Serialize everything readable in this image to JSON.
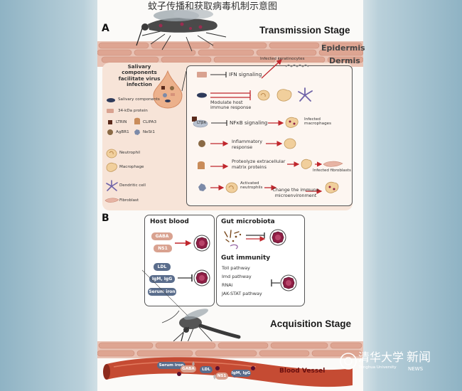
{
  "title": "蚊子传播和获取病毒机制示意图",
  "panel_a": {
    "letter": "A",
    "stage": "Transmission Stage",
    "epidermis": "Epidermis",
    "dermis": "Dermis",
    "salivary_note": "Salivary components facilitate virus infection",
    "infected_keratinocytes": "Infected keratinocytes",
    "legend": {
      "salivary": "Salivary components",
      "kda": "34-kDa protein",
      "ltrin": "LTRIN",
      "clipa3": "CLIPA3",
      "agbr1": "AgBR1",
      "nest1": "NeSt1",
      "neutrophil": "Neutrophil",
      "macrophage": "Macrophage",
      "dendritic": "Dendritic cell",
      "fibroblast": "Fibroblast"
    },
    "mechanisms": {
      "ifn": "IFN signaling",
      "modulate": "Modulate host immune response",
      "ltbr": "LTβR",
      "nfkb": "NFκB signaling",
      "infected_macrophages": "Infected macrophages",
      "inflammatory": "Inflammatory response",
      "proteolyze": "Proteolyze extracellular matrix proteins",
      "infected_fibroblasts": "Infected fibroblasts",
      "activated_neutrophils": "Activated neutrophils",
      "change_immune": "Change the immune microenvironment"
    }
  },
  "panel_b": {
    "letter": "B",
    "host_blood": "Host blood",
    "gaba": "GABA",
    "ns1": "NS1",
    "ldl": "LDL",
    "igm": "IgM, IgG",
    "serum_iron": "Serum iron",
    "gut_microbiota": "Gut microbiota",
    "gut_immunity": "Gut immunity",
    "pathways": [
      "Toll pathway",
      "Imd pathway",
      "RNAi",
      "JAK-STAT pathway"
    ],
    "acquisition": "Acquisition Stage",
    "vessel": {
      "serum_iron": "Serum iron",
      "gaba": "GABA",
      "ldl": "LDL",
      "ns1": "NS1",
      "igm": "IgM, IgG",
      "label": "Blood Vessel"
    }
  },
  "watermark": {
    "university": "清华大学",
    "university_en": "Tsinghua University",
    "news": "新闻",
    "news_en": "NEWS"
  },
  "colors": {
    "arrow_red": "#c0272d",
    "skin": "#e6b7a6",
    "vessel": "#c54b33",
    "virus": "#8e1f45"
  }
}
